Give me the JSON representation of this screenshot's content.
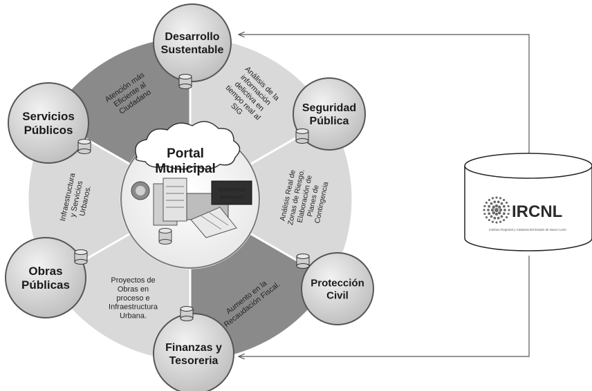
{
  "hub": {
    "title_line1": "Portal",
    "title_line2": "Municipal",
    "badge_line1": "GOBIERNO",
    "badge_line2": "ROMADO"
  },
  "nodes": [
    {
      "id": "desarrollo",
      "lines": [
        "Desarrollo",
        "Sustentable"
      ]
    },
    {
      "id": "seguridad",
      "lines": [
        "Seguridad",
        "Pública"
      ]
    },
    {
      "id": "proteccion",
      "lines": [
        "Protección",
        "Civil"
      ]
    },
    {
      "id": "finanzas",
      "lines": [
        "Finanzas y",
        "Tesoreria"
      ]
    },
    {
      "id": "obras",
      "lines": [
        "Obras",
        "Públicas"
      ]
    },
    {
      "id": "servicios",
      "lines": [
        "Servicios",
        "Públicos"
      ]
    }
  ],
  "segments": [
    {
      "id": "atencion",
      "lines": [
        "Atención más",
        "Eficiente al",
        "Ciudadano"
      ]
    },
    {
      "id": "analisis",
      "lines": [
        "Análisis de la",
        "información",
        "delictiva en",
        "tiempo real al",
        "SIG"
      ]
    },
    {
      "id": "riesgo",
      "lines": [
        "Análisis Real de",
        "Zonas de Riesgo.",
        "Elaboración de",
        "Planes de",
        "Contingencia"
      ]
    },
    {
      "id": "recaudacion",
      "lines": [
        "Aumento en la",
        "Recaudación Fiscal."
      ]
    },
    {
      "id": "proyectos",
      "lines": [
        "Proyectos de",
        "Obras en",
        "proceso e",
        "Infraestructura",
        "Urbana."
      ]
    },
    {
      "id": "infraestructura",
      "lines": [
        "Infraestructura",
        "y Servicios",
        "Urbanos."
      ]
    }
  ],
  "database": {
    "logo": "IRCNL",
    "subtitle": "Instituto Registral y Catastral del Estado de Nuevo León"
  },
  "colors": {
    "ring_dark": "#8a8a8a",
    "ring_light": "#d9d9d9",
    "node_fill": "#dcdcdc",
    "stroke": "#555555"
  }
}
